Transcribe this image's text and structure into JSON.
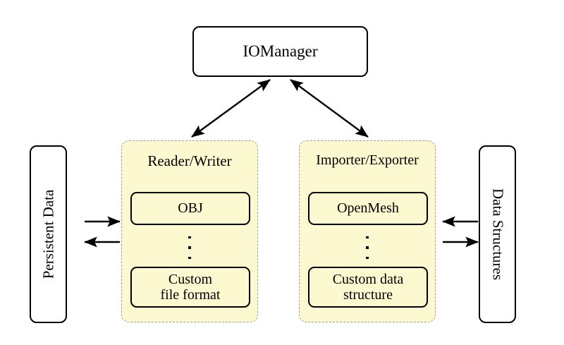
{
  "diagram": {
    "title_node": {
      "label": "IOManager"
    },
    "left_side": {
      "label": "Persistent Data"
    },
    "right_side": {
      "label": "Data Structures"
    },
    "panels": [
      {
        "id": "reader-writer",
        "title": "Reader/Writer",
        "items": [
          {
            "label": "OBJ"
          },
          {
            "label": "Custom\nfile format"
          }
        ],
        "ellipsis": "⋮"
      },
      {
        "id": "importer-exporter",
        "title": "Importer/Exporter",
        "items": [
          {
            "label": "OpenMesh"
          },
          {
            "label": "Custom data\nstructure"
          }
        ],
        "ellipsis": "⋮"
      }
    ],
    "connections": [
      {
        "from": "IOManager",
        "to": "Reader/Writer",
        "style": "double-arrow"
      },
      {
        "from": "IOManager",
        "to": "Importer/Exporter",
        "style": "double-arrow"
      },
      {
        "from": "Persistent Data",
        "to": "Reader/Writer",
        "style": "arrow-right"
      },
      {
        "from": "Reader/Writer",
        "to": "Persistent Data",
        "style": "arrow-left"
      },
      {
        "from": "Importer/Exporter",
        "to": "Data Structures",
        "style": "arrow-left"
      },
      {
        "from": "Data Structures",
        "to": "Importer/Exporter",
        "style": "arrow-right"
      }
    ],
    "colors": {
      "panel_fill": "#fcf8cf",
      "panel_border": "#9e9e94",
      "node_border": "#000000",
      "background": "#ffffff",
      "text": "#000000"
    }
  }
}
